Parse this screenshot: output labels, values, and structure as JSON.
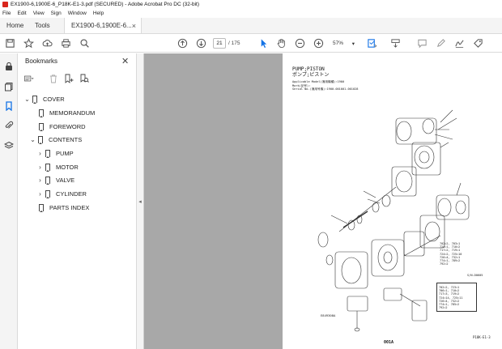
{
  "window": {
    "title": "EX1900-6,1900E-6_P18K-E1-3.pdf (SECURED) - Adobe Acrobat Pro DC (32-bit)"
  },
  "menu": [
    "File",
    "Edit",
    "View",
    "Sign",
    "Window",
    "Help"
  ],
  "tabs": {
    "home": "Home",
    "tools": "Tools",
    "document": "EX1900-6,1900E-6...",
    "close": "×"
  },
  "toolbar": {
    "current_page": "21",
    "page_total": "/ 175",
    "zoom": "57%",
    "zoom_caret": "▾"
  },
  "bookmarks": {
    "title": "Bookmarks",
    "close": "✕",
    "items": [
      {
        "label": "COVER",
        "chevron": "⌄"
      },
      {
        "label": "MEMORANDUM",
        "chevron": ""
      },
      {
        "label": "FOREWORD",
        "chevron": ""
      },
      {
        "label": "CONTENTS",
        "chevron": "⌄"
      },
      {
        "label": "PUMP",
        "chevron": "›"
      },
      {
        "label": "MOTOR",
        "chevron": "›"
      },
      {
        "label": "VALVE",
        "chevron": "›"
      },
      {
        "label": "CYLINDER",
        "chevron": "›"
      },
      {
        "label": "PARTS INDEX",
        "chevron": ""
      }
    ]
  },
  "page": {
    "title_en": "PUMP;PISTON",
    "title_jp": "ポンプ;ピストン",
    "meta": "Applicable Model(適用機種):1900\nMark(記号):\nSerial No.(適用号機):1900-001001-001028",
    "spec_top": "702=2, 703=1\n724=1, 710=2\n717=2, 719=1\n724=2, 725=10\n726=4, 732=1\n774=1, 789=2\n792=2",
    "sn_label": "S/N-D0605",
    "spec_bottom": "702=2, 723=1\n706=1, 710=2\n717=3, 719=2\n724=14, 725=11\n726=4, 732=2\n774=1, 785=2\n792=2",
    "ref_code": "E849308A",
    "page_number": "001A",
    "page_code": "P18K-E1-3"
  },
  "colors": {
    "viewport_bg": "#a8a8a8",
    "accent_blue": "#1473e6",
    "pdf_red": "#d9251c"
  }
}
